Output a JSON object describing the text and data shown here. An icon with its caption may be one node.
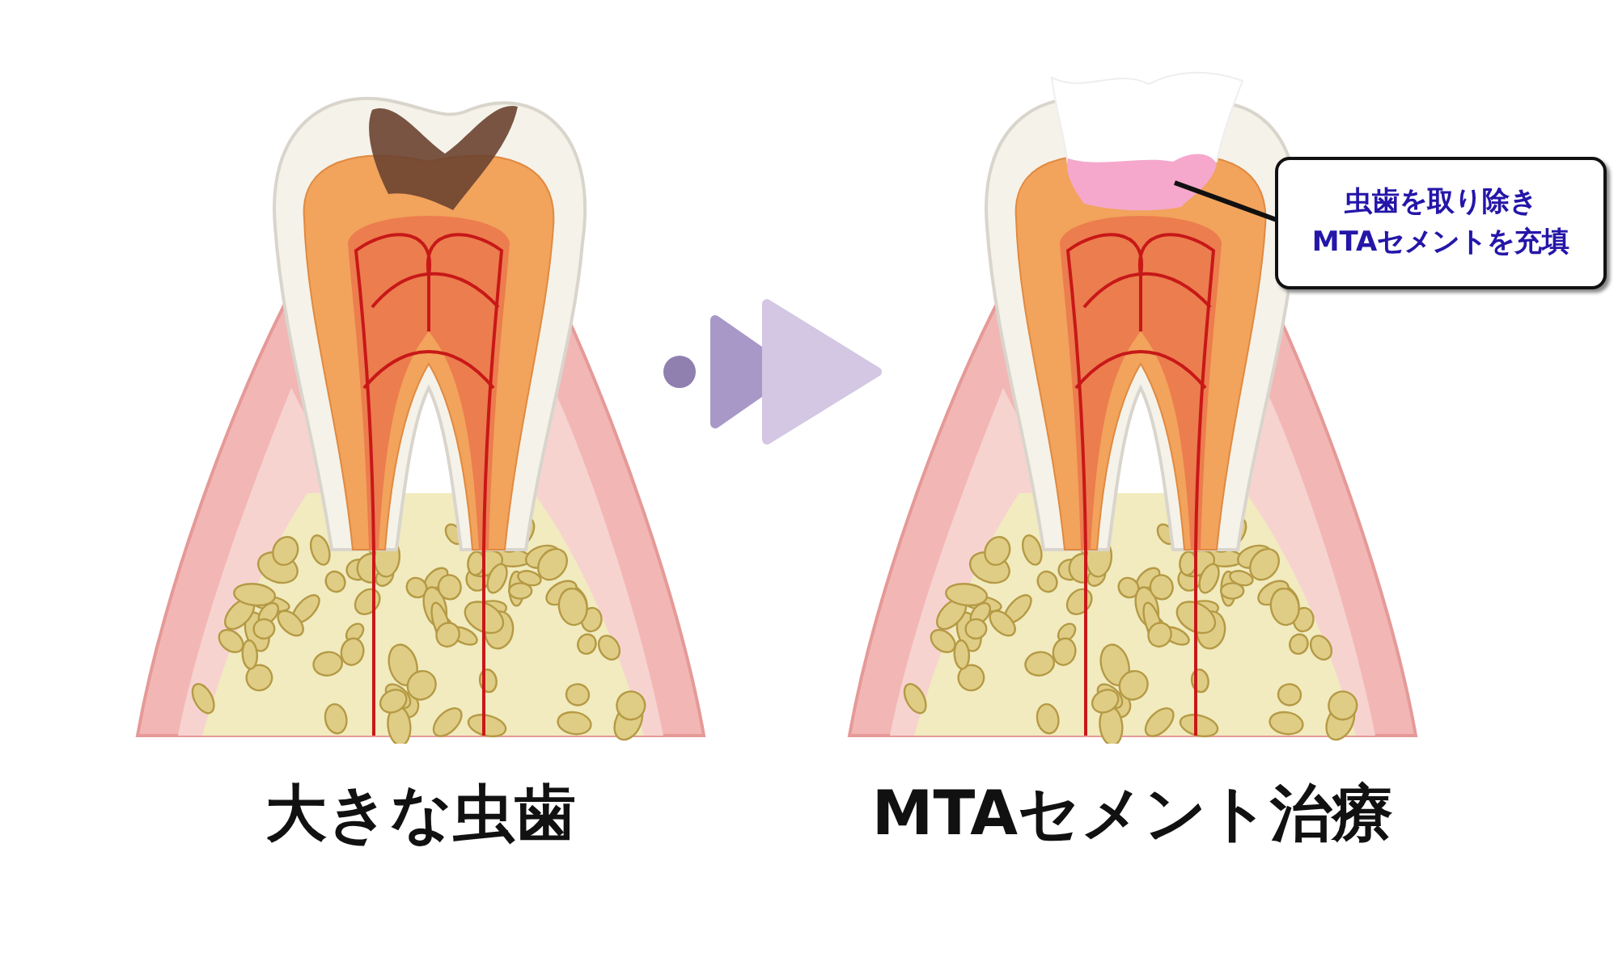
{
  "diagram": {
    "nodes": [
      {
        "text": [],
        "shape": "picture",
        "beside": [
          "大きな虫歯"
        ]
      },
      {
        "text": [],
        "shape": "picture",
        "beside": [
          "MTAセメント治療"
        ]
      },
      {
        "text": [
          "虫歯を取り除き MTAセメントを充填"
        ]
      },
      {
        "text": [],
        "shape": "picture"
      }
    ],
    "edges": [
      {
        "from": 0,
        "to": 1,
        "arrow": "to"
      },
      {
        "from": 2,
        "to": 3,
        "arrow": "none"
      }
    ]
  }
}
